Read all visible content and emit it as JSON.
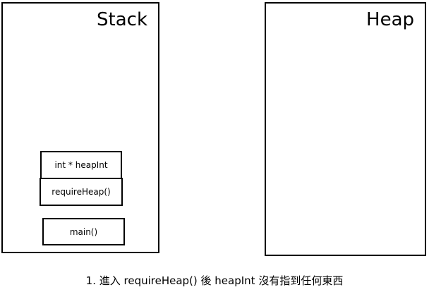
{
  "diagram": {
    "stack": {
      "title": "Stack",
      "frames": [
        {
          "label": "int * heapInt"
        },
        {
          "label": "requireHeap()"
        },
        {
          "label": "main()"
        }
      ]
    },
    "heap": {
      "title": "Heap"
    },
    "caption": "1. 進入 requireHeap() 後 heapInt 沒有指到任何東西",
    "colors": {
      "line": "#000000",
      "background": "#ffffff"
    }
  }
}
